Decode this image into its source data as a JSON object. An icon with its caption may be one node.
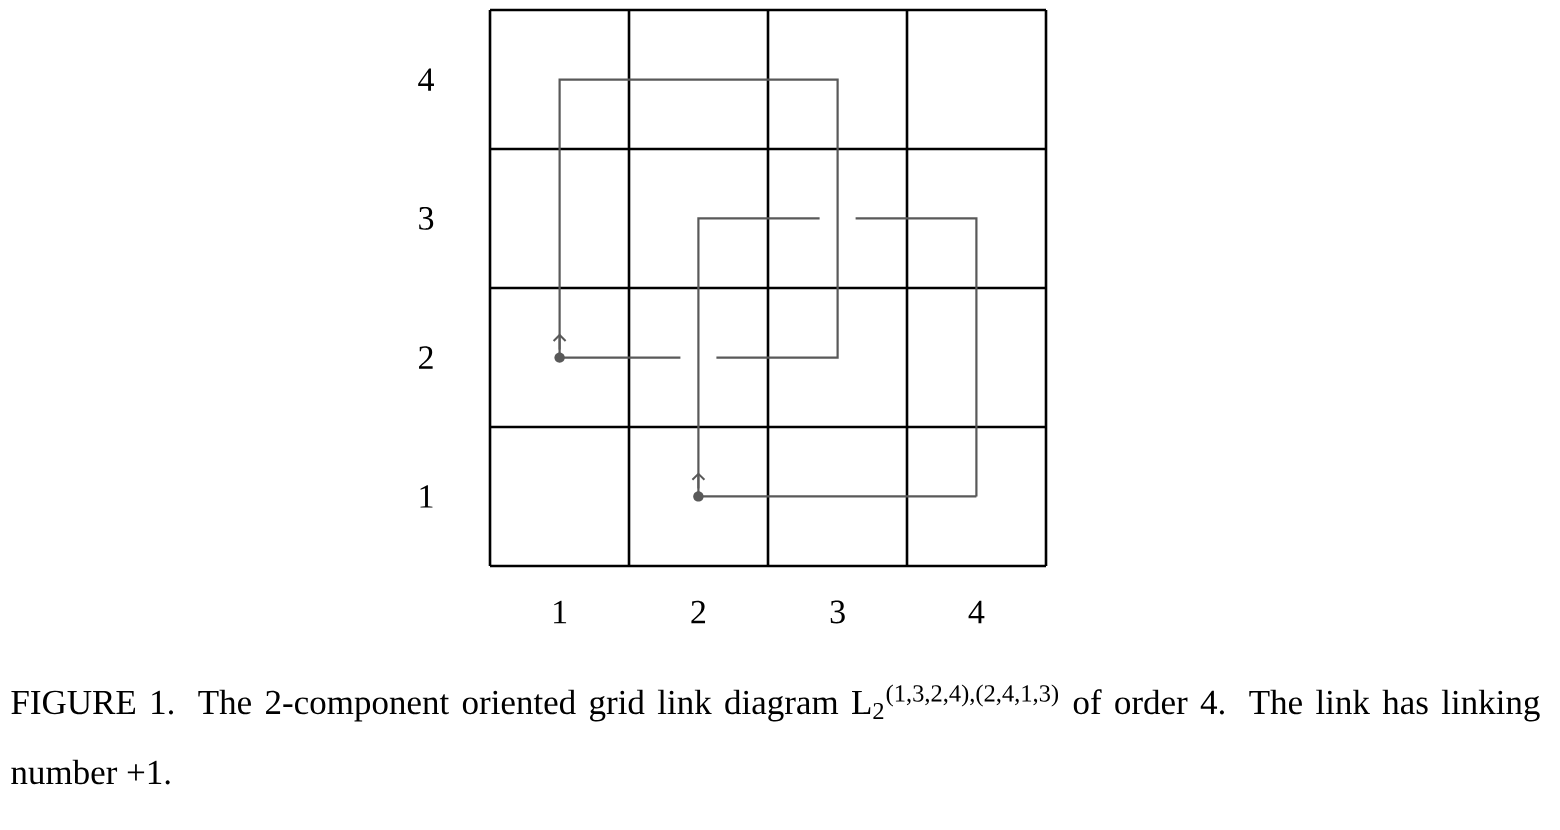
{
  "diagram": {
    "caption": "FIGURE 1. The 2-component oriented grid link diagram L$_{2}$$^{(1,3,2,4),(2,4,1,3)}$ of order 4. The link has linking number +1.",
    "labels": [
      "4",
      "3",
      "2",
      "1",
      "1",
      "2",
      "3",
      "4"
    ]
  }
}
